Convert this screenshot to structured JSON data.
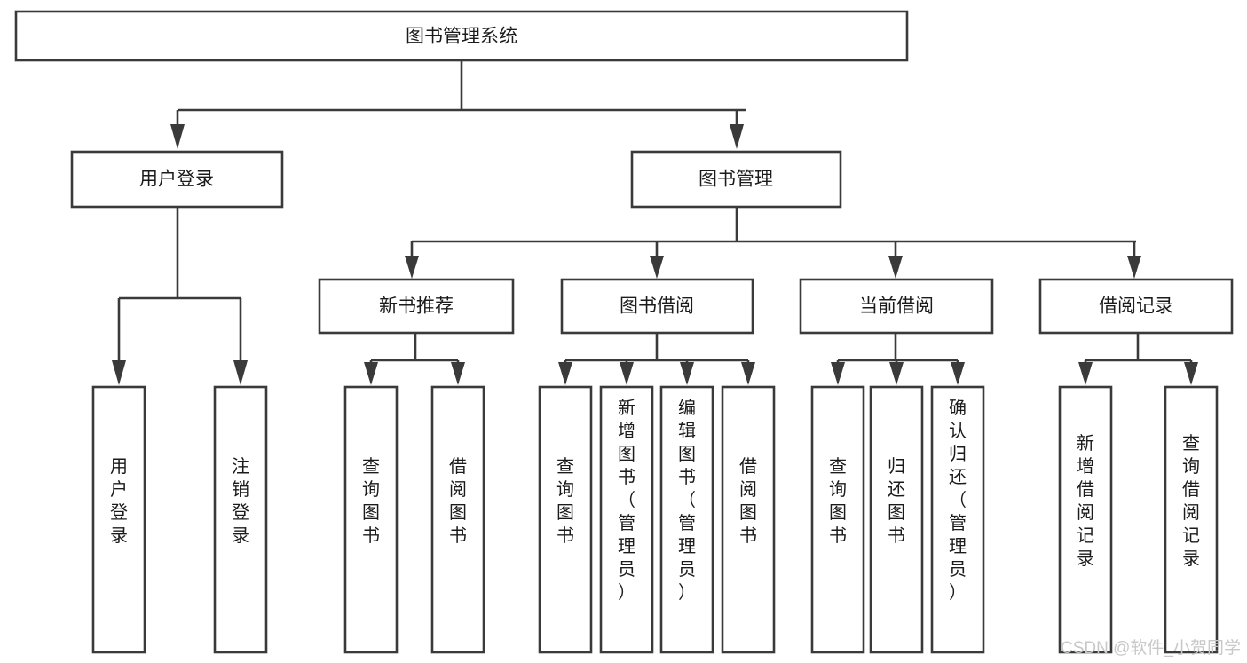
{
  "diagram": {
    "type": "tree-hierarchy",
    "title": "图书管理系统",
    "orientation": "top-down",
    "colors": {
      "box_fill": "#ffffff",
      "box_stroke": "#3a3a3a",
      "text": "#1b1b1b",
      "watermark": "#c8c8c8",
      "background": "#ffffff"
    },
    "levels": {
      "level1": [
        "图书管理系统"
      ],
      "level2": [
        "用户登录",
        "图书管理"
      ],
      "level3": [
        "新书推荐",
        "图书借阅",
        "当前借阅",
        "借阅记录"
      ],
      "level4": [
        "用户登录",
        "注销登录",
        "查询图书",
        "借阅图书",
        "查询图书",
        "新增图书（管理员）",
        "编辑图书（管理员）",
        "借阅图书",
        "查询图书",
        "归还图书",
        "确认归还（管理员）",
        "新增借阅记录",
        "查询借阅记录"
      ]
    },
    "root": {
      "label": "图书管理系统",
      "name": "node-root-system"
    },
    "branches": [
      {
        "name": "node-user-login",
        "label": "用户登录",
        "children": [
          {
            "name": "node-user-login-leaf",
            "label": "用户登录"
          },
          {
            "name": "node-logout-leaf",
            "label": "注销登录"
          }
        ]
      },
      {
        "name": "node-book-management",
        "label": "图书管理",
        "children": [
          {
            "name": "node-new-book-recommend",
            "label": "新书推荐",
            "children": [
              {
                "name": "node-query-book-1",
                "label": "查询图书"
              },
              {
                "name": "node-borrow-book-1",
                "label": "借阅图书"
              }
            ]
          },
          {
            "name": "node-book-borrow",
            "label": "图书借阅",
            "children": [
              {
                "name": "node-query-book-2",
                "label": "查询图书"
              },
              {
                "name": "node-add-book-admin",
                "label": "新增图书（管理员）"
              },
              {
                "name": "node-edit-book-admin",
                "label": "编辑图书（管理员）"
              },
              {
                "name": "node-borrow-book-2",
                "label": "借阅图书"
              }
            ]
          },
          {
            "name": "node-current-borrow",
            "label": "当前借阅",
            "children": [
              {
                "name": "node-query-book-3",
                "label": "查询图书"
              },
              {
                "name": "node-return-book",
                "label": "归还图书"
              },
              {
                "name": "node-confirm-return-admin",
                "label": "确认归还（管理员）"
              }
            ]
          },
          {
            "name": "node-borrow-record",
            "label": "借阅记录",
            "children": [
              {
                "name": "node-add-borrow-record",
                "label": "新增借阅记录"
              },
              {
                "name": "node-query-borrow-record",
                "label": "查询借阅记录"
              }
            ]
          }
        ]
      }
    ]
  },
  "watermark": {
    "text": "CSDN @软件_小贺同学"
  }
}
